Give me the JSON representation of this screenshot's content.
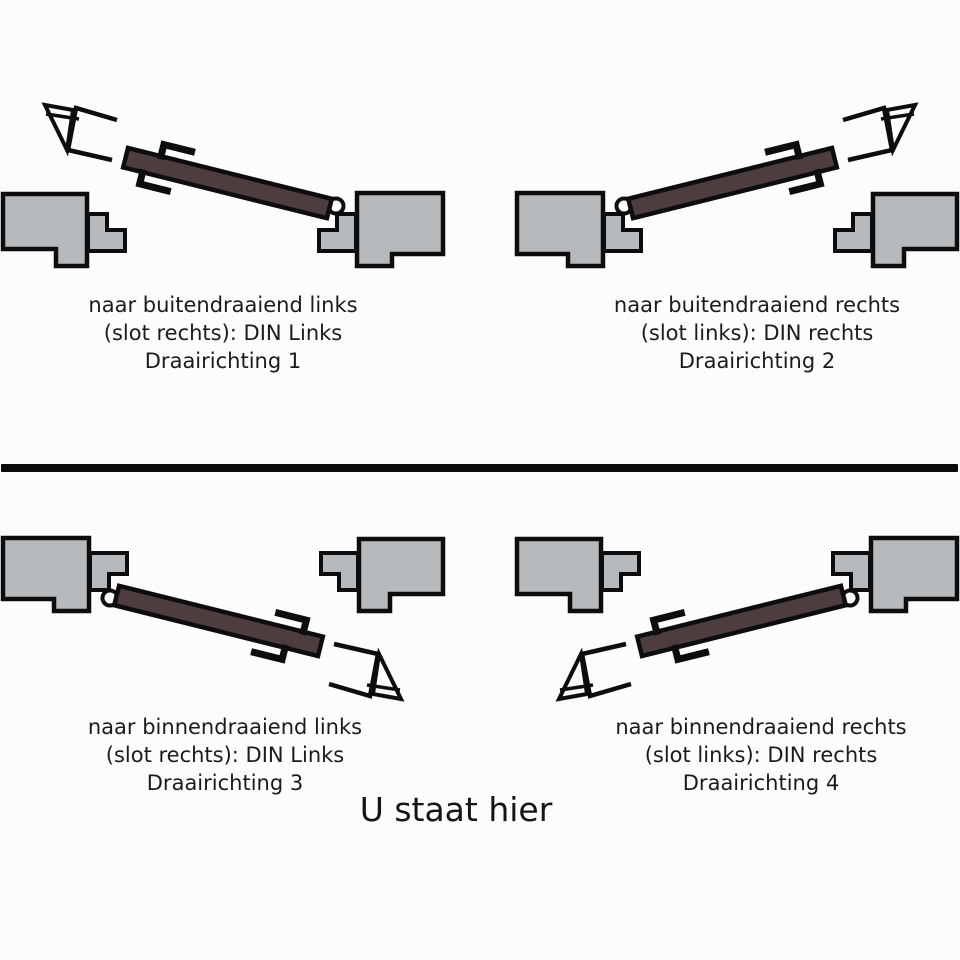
{
  "quadrants": [
    {
      "number": "1",
      "lines": [
        "naar buitendraaiend links",
        "(slot rechts): DIN Links",
        "Draairichting 1"
      ]
    },
    {
      "number": "2",
      "lines": [
        "naar buitendraaiend rechts",
        "(slot links): DIN rechts",
        "Draairichting 2"
      ]
    },
    {
      "number": "3",
      "lines": [
        "naar binnendraaiend links",
        "(slot rechts): DIN Links",
        "Draairichting 3"
      ]
    },
    {
      "number": "4",
      "lines": [
        "naar binnendraaiend rechts",
        "(slot links): DIN rechts",
        "Draairichting 4"
      ]
    }
  ],
  "footnote": "U staat hier",
  "colors": {
    "background": "#fcfcfc",
    "wall_fill": "#b6babc",
    "door_fill": "#4e3d3e",
    "outline": "#0d0d0d",
    "hinge_fill": "#ffffff",
    "divider": "#0b0b0b",
    "text": "#1b1b1b"
  }
}
